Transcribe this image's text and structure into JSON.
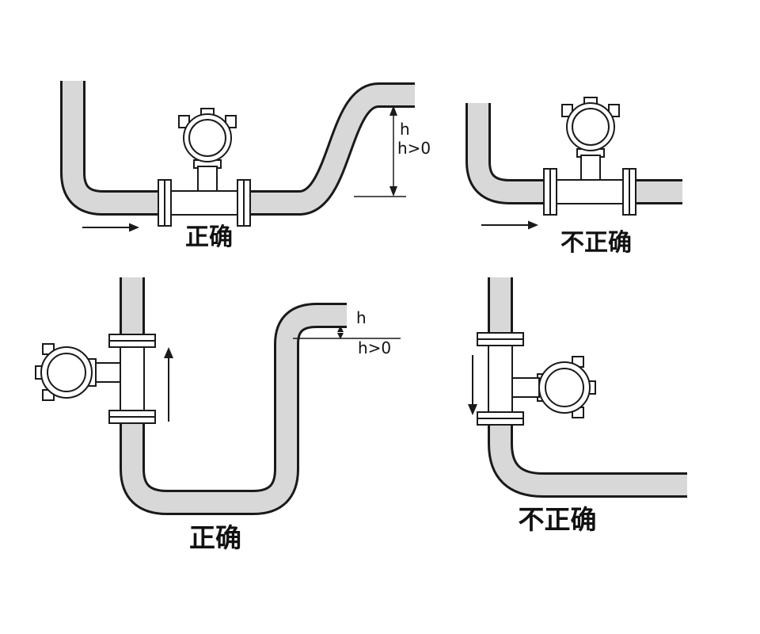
{
  "colors": {
    "background": "#ffffff",
    "pipe_fill": "#d8d8d8",
    "line": "#1a1a1a"
  },
  "diagrams": {
    "top_left": {
      "label": "正确",
      "dim_h": "h",
      "dim_condition": "h>0",
      "flow_direction": "right"
    },
    "top_right": {
      "label": "不正确",
      "flow_direction": "right"
    },
    "bottom_left": {
      "label": "正确",
      "dim_h": "h",
      "dim_condition": "h>0",
      "flow_direction": "up"
    },
    "bottom_right": {
      "label": "不正确",
      "flow_direction": "down"
    }
  }
}
